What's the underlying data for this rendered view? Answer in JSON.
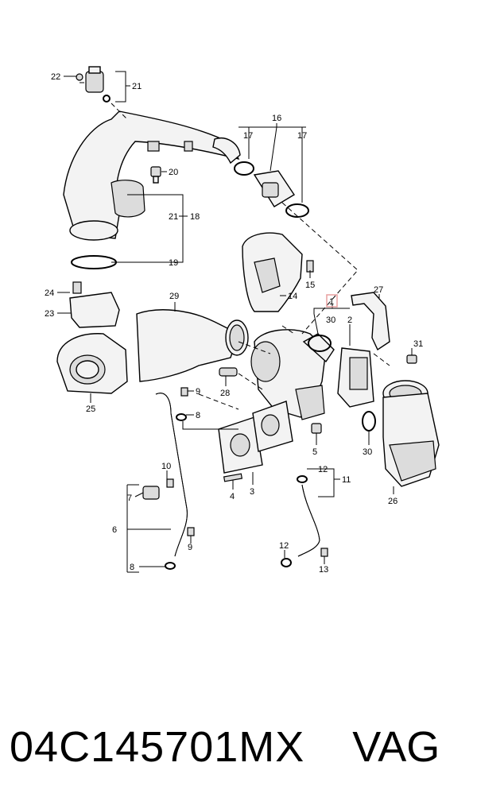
{
  "diagram": {
    "callouts": [
      "22",
      "21",
      "17",
      "16",
      "17",
      "20",
      "21",
      "18",
      "19",
      "24",
      "23",
      "25",
      "29",
      "15",
      "14",
      "27",
      "1",
      "30",
      "2",
      "31",
      "9",
      "28",
      "8",
      "30",
      "26",
      "5",
      "12",
      "11",
      "10",
      "7",
      "6",
      "9",
      "8",
      "4",
      "3",
      "12",
      "13"
    ],
    "highlight_color": "#e8a0a0"
  },
  "caption": {
    "part_number": "04C145701MX",
    "brand": "VAG"
  }
}
